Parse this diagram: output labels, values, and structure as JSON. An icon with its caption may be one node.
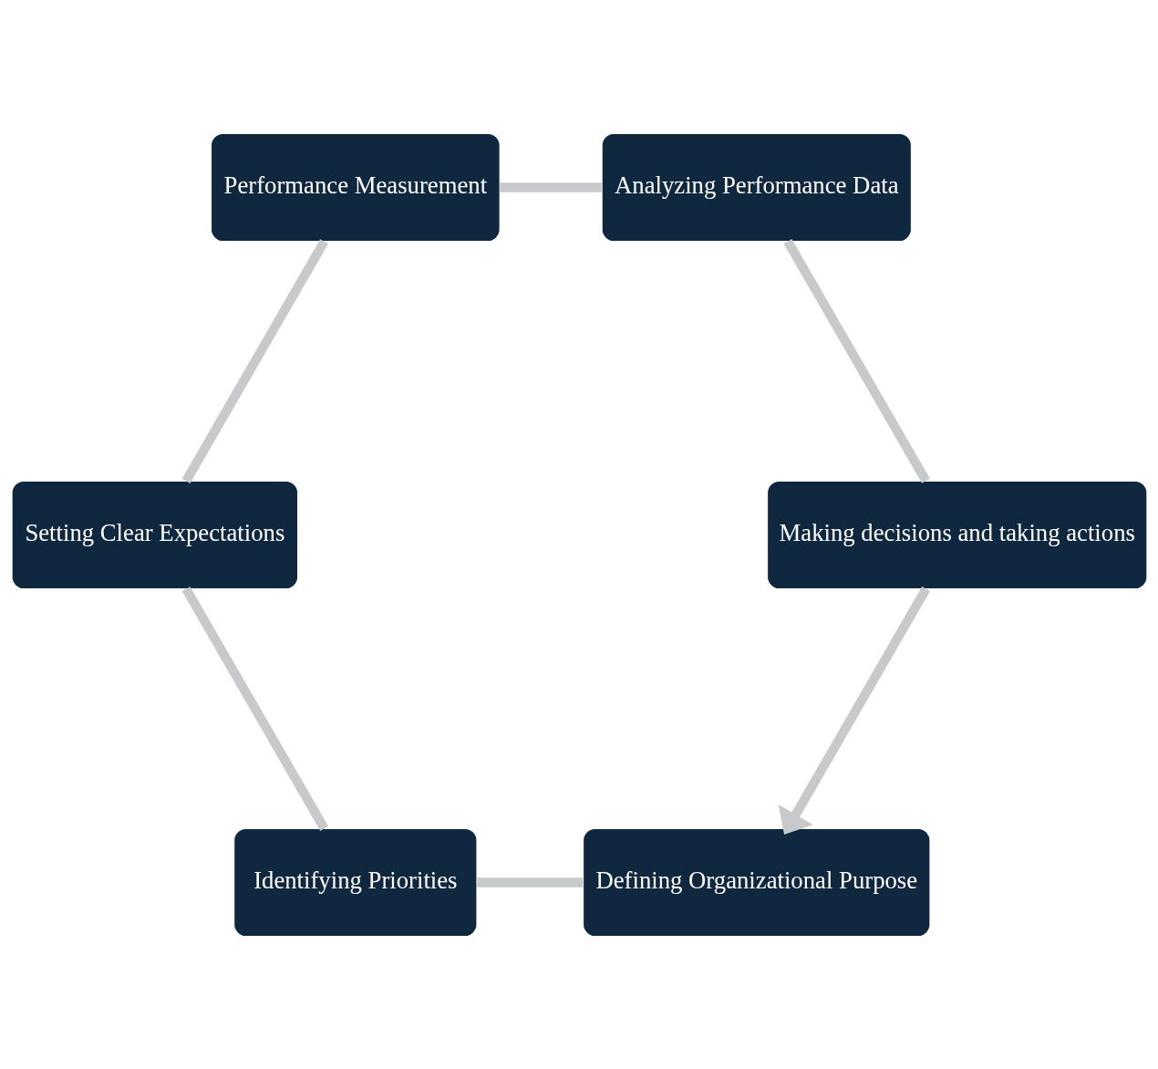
{
  "diagram": {
    "nodes": [
      {
        "text": [
          "Defining Organizational Purpose"
        ]
      },
      {
        "text": [
          "Identifying Priorities"
        ]
      },
      {
        "text": [
          "Setting Clear Expectations"
        ]
      },
      {
        "text": [
          "Performance Measurement"
        ]
      },
      {
        "text": [
          "Analyzing Performance Data"
        ]
      },
      {
        "text": [
          "Making decisions and taking actions"
        ]
      }
    ],
    "edges": [
      {
        "from": 0,
        "to": 1,
        "arrow": "none"
      },
      {
        "from": 1,
        "to": 2,
        "arrow": "none"
      },
      {
        "from": 2,
        "to": 3,
        "arrow": "none"
      },
      {
        "from": 3,
        "to": 4,
        "arrow": "none"
      },
      {
        "from": 4,
        "to": 5,
        "arrow": "none"
      },
      {
        "from": 5,
        "to": 0,
        "arrow": "to"
      }
    ]
  }
}
